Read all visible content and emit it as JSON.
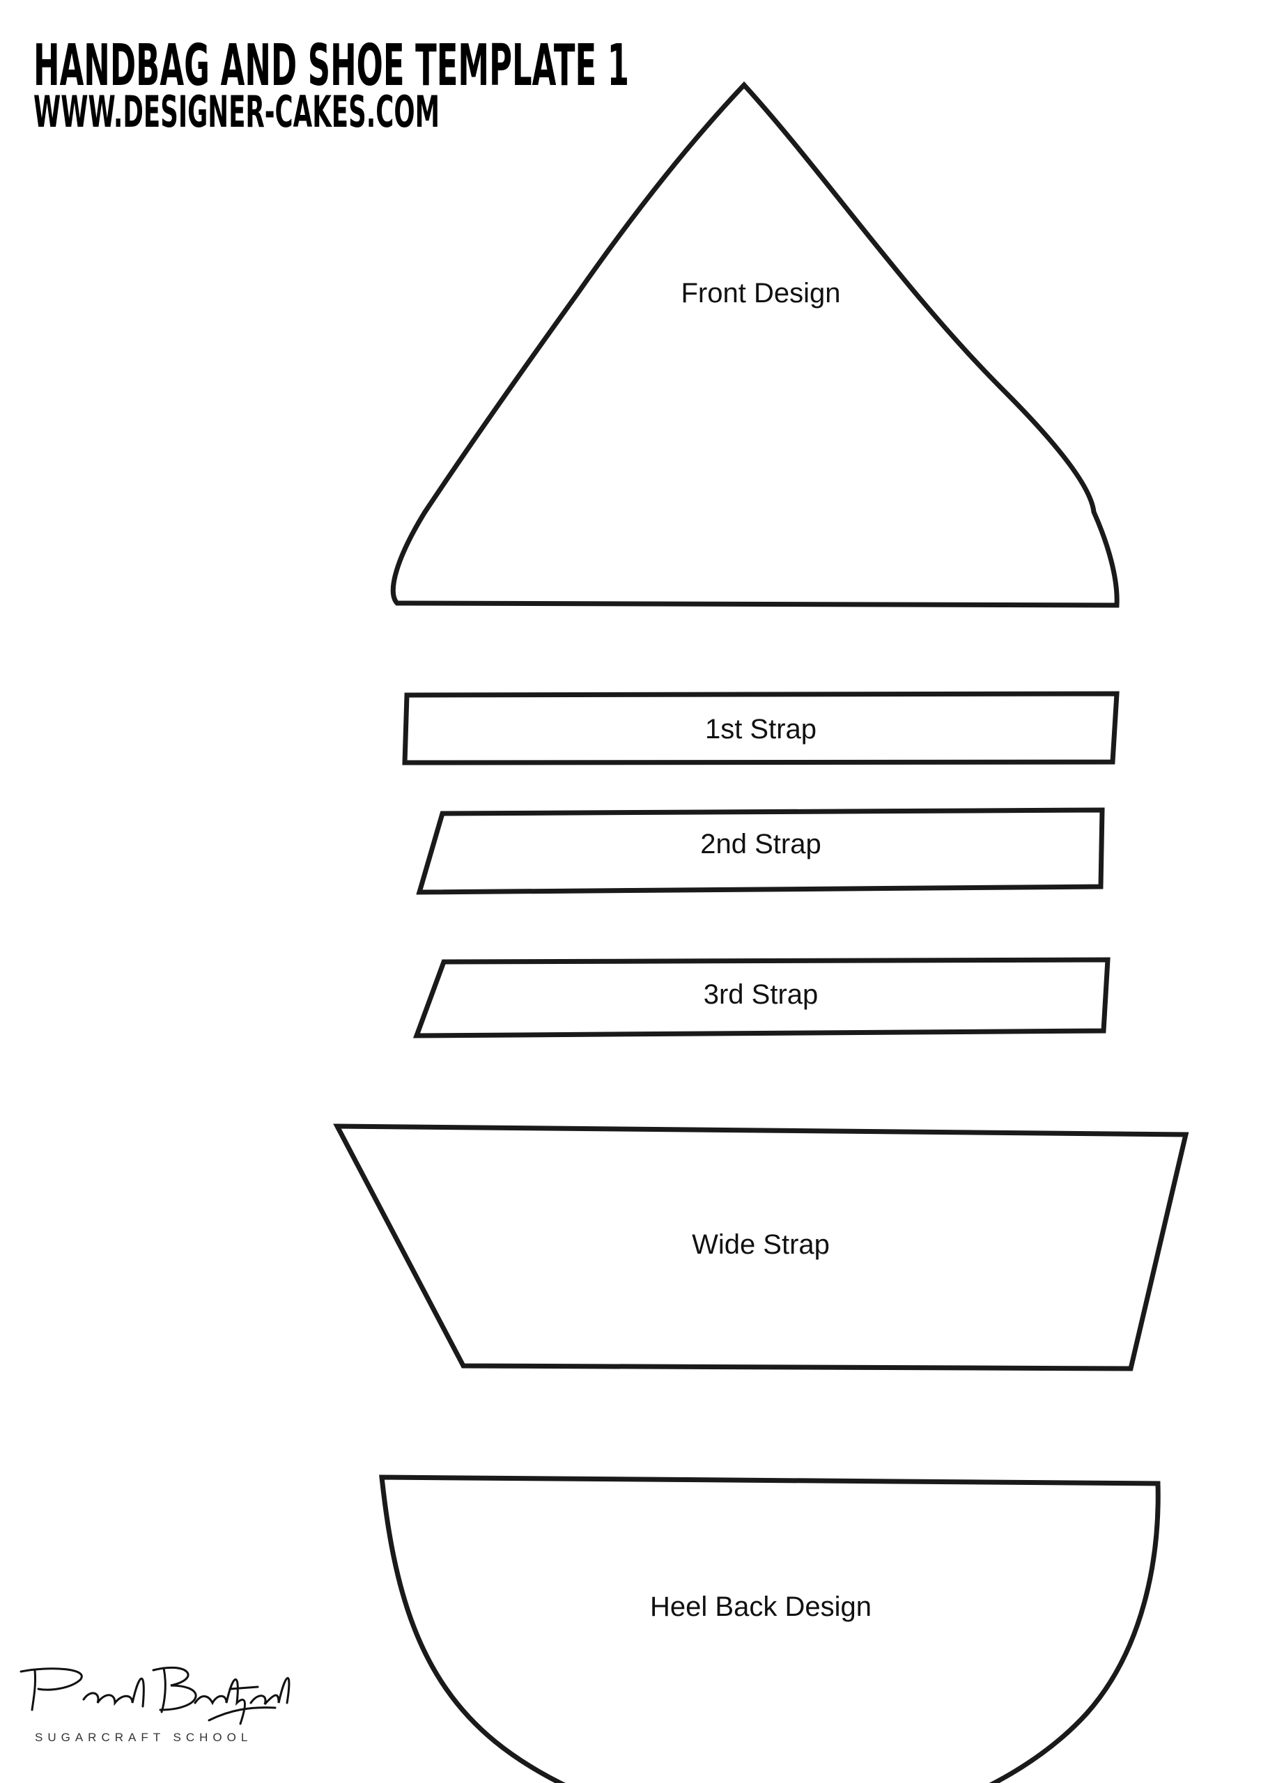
{
  "header": {
    "title": "HANDBAG AND SHOE TEMPLATE 1",
    "url": "WWW.DESIGNER-CAKES.COM"
  },
  "pieces": {
    "front_design": "Front Design",
    "strap_1": "1st Strap",
    "strap_2": "2nd Strap",
    "strap_3": "3rd Strap",
    "wide_strap": "Wide Strap",
    "heel_back": "Heel Back Design"
  },
  "logo": {
    "signature": "Paul Bradford",
    "subtitle": "SUGARCRAFT SCHOOL"
  }
}
